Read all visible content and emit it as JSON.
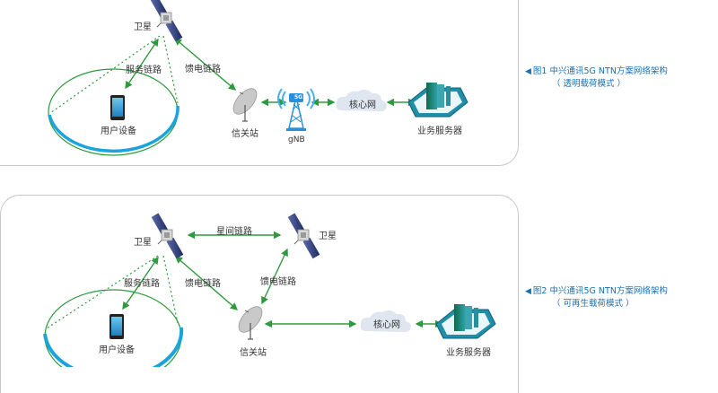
{
  "colors": {
    "link_green": "#2e9a3e",
    "coverage_blue": "#1aa3dd",
    "caption_blue": "#1a6fb0",
    "cloud": "#dfe6ef",
    "panel_border": "#c8c8c8"
  },
  "figure1": {
    "labels": {
      "satellite": "卫星",
      "service_link": "服务链路",
      "feeder_link": "馈电链路",
      "user_equipment": "用户设备",
      "gateway": "信关站",
      "gnb": "gNB",
      "core_network": "核心网",
      "app_server": "业务服务器",
      "antenna_badge": "5G"
    },
    "caption": {
      "marker": "◀",
      "line1": "图1  中兴通讯5G NTN方案网络架构",
      "line2": "（ 透明载荷模式 ）"
    }
  },
  "figure2": {
    "labels": {
      "satellite_left": "卫星",
      "satellite_right": "卫星",
      "inter_satellite_link": "星间链路",
      "service_link": "服务链路",
      "feeder_link_left": "馈电链路",
      "feeder_link_right": "馈电链路",
      "user_equipment": "用户设备",
      "gateway": "信关站",
      "core_network": "核心网",
      "app_server": "业务服务器"
    },
    "caption": {
      "marker": "◀",
      "line1": "图2  中兴通讯5G NTN方案网络架构",
      "line2": "（ 可再生载荷模式 ）"
    }
  }
}
